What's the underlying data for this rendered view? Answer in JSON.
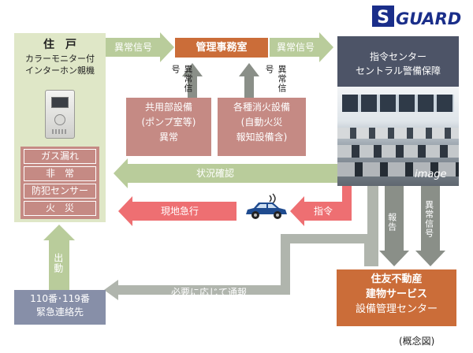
{
  "brand": {
    "logo_text": "S GUARD",
    "logo_color": "#1a2e8a"
  },
  "colors": {
    "green_panel": "#dfe7c7",
    "green_arrow": "#b9cc9b",
    "gray_arrow": "#8a8f88",
    "pink_box": "#c58a84",
    "red_arrow": "#ee6f72",
    "orange_box": "#cb6d39",
    "blue_box": "#878fa8",
    "dark_panel": "#4d5467"
  },
  "residence": {
    "title": "住　戸",
    "subtitle_line1": "カラーモニター付",
    "subtitle_line2": "インターホン親機",
    "alarm_items": [
      "ガス漏れ",
      "非　常",
      "防犯センサー",
      "火　災"
    ]
  },
  "management_office": {
    "label": "管理事務室"
  },
  "command_center": {
    "line1": "指令センター",
    "line2": "セントラル警備保障",
    "image_caption": "image"
  },
  "equipment": {
    "common": {
      "line1": "共用部設備",
      "line2": "(ポンプ室等)",
      "line3": "異常"
    },
    "fire": {
      "line1": "各種消火設備",
      "line2": "(自動火災",
      "line3": "報知設備含)"
    }
  },
  "sumitomo": {
    "line1": "住友不動産",
    "line2": "建物サービス",
    "line3": "設備管理センター"
  },
  "emergency": {
    "line1": "110番･119番",
    "line2": "緊急連絡先"
  },
  "arrows": {
    "abnormal_signal": "異常信号",
    "abnormal_vertical": "異常信号",
    "status_confirm": "状況確認",
    "rush_to_site": "現地急行",
    "command": "指令",
    "report": "報告",
    "dispatch": "出動",
    "report_as_needed": "必要に応じて通報"
  },
  "caption": "(概念図)"
}
